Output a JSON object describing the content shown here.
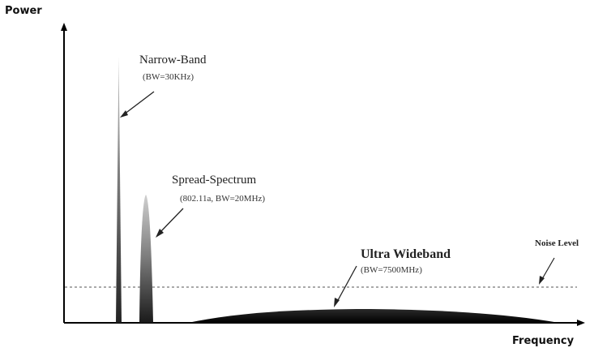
{
  "axes": {
    "y_label": "Power",
    "x_label": "Frequency"
  },
  "signals": {
    "narrow_band": {
      "title": "Narrow-Band",
      "subtitle": "(BW=30KHz)"
    },
    "spread_spectrum": {
      "title": "Spread-Spectrum",
      "subtitle": "(802.11a, BW=20MHz)"
    },
    "ultra_wideband": {
      "title": "Ultra Wideband",
      "subtitle": "(BW=7500MHz)"
    }
  },
  "noise": {
    "label": "Noise Level"
  },
  "colors": {
    "axis": "#000000",
    "dark_fill": "#1a1a1a",
    "light_fill": "#9a9a9a",
    "noise_line": "#555555",
    "arrow": "#222222"
  }
}
